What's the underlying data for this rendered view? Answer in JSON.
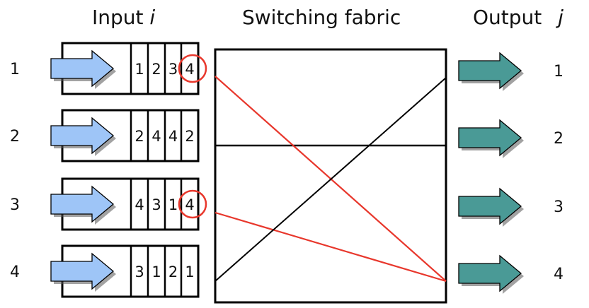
{
  "headers": {
    "input_label": "Input",
    "input_var": "i",
    "fabric_label": "Switching fabric",
    "output_label": "Output",
    "output_var": "j"
  },
  "inputs": [
    {
      "label": "1",
      "queue": [
        "1",
        "2",
        "3",
        "4"
      ],
      "highlight_head": true
    },
    {
      "label": "2",
      "queue": [
        "2",
        "4",
        "4",
        "2"
      ],
      "highlight_head": false
    },
    {
      "label": "3",
      "queue": [
        "4",
        "3",
        "1",
        "4"
      ],
      "highlight_head": true
    },
    {
      "label": "4",
      "queue": [
        "3",
        "1",
        "2",
        "1"
      ],
      "highlight_head": false
    }
  ],
  "outputs": [
    {
      "label": "1"
    },
    {
      "label": "2"
    },
    {
      "label": "3"
    },
    {
      "label": "4"
    }
  ],
  "connections": [
    {
      "from_input": 1,
      "to_output": 4,
      "color": "#e8372c",
      "blocked": true
    },
    {
      "from_input": 3,
      "to_output": 4,
      "color": "#e8372c",
      "blocked": true
    },
    {
      "from_input": 4,
      "to_output": 1,
      "color": "#000000",
      "blocked": false
    },
    {
      "from_input": 2,
      "to_output": 2,
      "color": "#000000",
      "blocked": false
    }
  ],
  "colors": {
    "input_arrow": "#9ec5f7",
    "output_arrow": "#4a9a96",
    "highlight": "#e8372c"
  }
}
